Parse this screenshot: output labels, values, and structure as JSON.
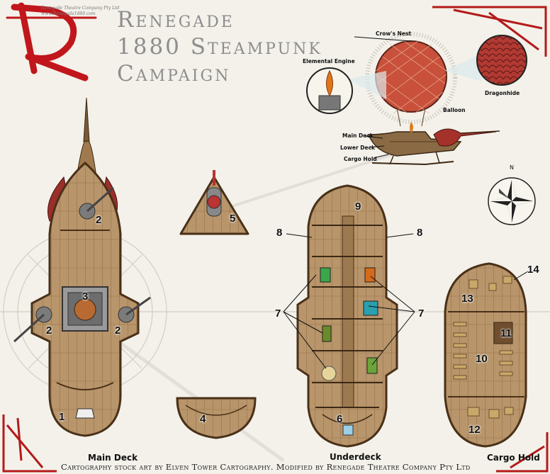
{
  "header": {
    "title_line1": "Renegade",
    "title_line2": "1880 Steampunk",
    "title_line3": "Campaign",
    "credit_line1": "Renegade Theatre Company Pty Ltd",
    "credit_line2": "www.Renegade1880.com"
  },
  "airship_diagram": {
    "labels": {
      "crows_nest": "Crow's Nest",
      "elemental_engine": "Elemental Engine",
      "dragonhide": "Dragonhide",
      "balloon": "Balloon",
      "main_deck": "Main Deck",
      "lower_deck": "Lower Deck",
      "cargo_hold": "Cargo Hold"
    }
  },
  "compass": {
    "north_label": "N"
  },
  "decks": {
    "main_deck": {
      "title": "Main Deck",
      "markers": [
        "1",
        "2",
        "2",
        "2",
        "3"
      ]
    },
    "crow_platform": {
      "markers": [
        "5"
      ]
    },
    "stern_piece": {
      "markers": [
        "4"
      ]
    },
    "underdeck": {
      "title": "Underdeck",
      "markers": [
        "6",
        "7",
        "7",
        "8",
        "8",
        "9"
      ]
    },
    "cargo_hold": {
      "title": "Cargo Hold",
      "markers": [
        "10",
        "11",
        "12",
        "13",
        "14"
      ]
    }
  },
  "footer": {
    "text": "Cartography stock art by Elven Tower Cartography. Modified by Renegade Theatre Company Pty Ltd"
  },
  "colors": {
    "background": "#f3f1ea",
    "wood": "#b8956a",
    "wood_dark": "#6e4e2e",
    "balloon": "#c9503a",
    "sail_red": "#9b2f2a",
    "logo_red": "#c1161b",
    "title_grey": "#8d8d8d"
  }
}
